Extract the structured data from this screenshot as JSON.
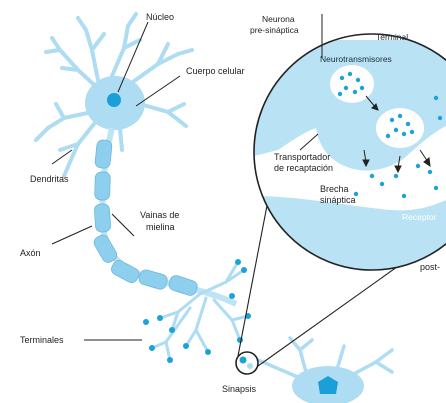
{
  "labels": {
    "nucleo": "Núcleo",
    "cuerpo_celular": "Cuerpo celular",
    "dendritas": "Dendritas",
    "vainas_line1": "Vainas de",
    "vainas_line2": "mielina",
    "axon": "Axón",
    "terminales": "Terminales",
    "sinapsis": "Sinapsis"
  },
  "inset": {
    "presynaptic_line1": "Neurona",
    "presynaptic_line2": "pre-sináptica",
    "terminal": "Terminal",
    "neurotransmisores": "Neurotransmisores",
    "transporter_line1": "Transportador",
    "transporter_line2": "de recaptación",
    "cleft_line1": "Brecha",
    "cleft_line2": "sináptica",
    "receptor": "Receptor",
    "post": "post-"
  },
  "colors": {
    "neuron": "#aedcf2",
    "neuron_stroke": "#7cc4e6",
    "nucleus": "#1a9fd8",
    "myelin": "#8fcfee",
    "dot": "#1aa3d9",
    "inset_bg": "#b9e2f5",
    "cleft": "#ffffff",
    "line": "#222222"
  }
}
